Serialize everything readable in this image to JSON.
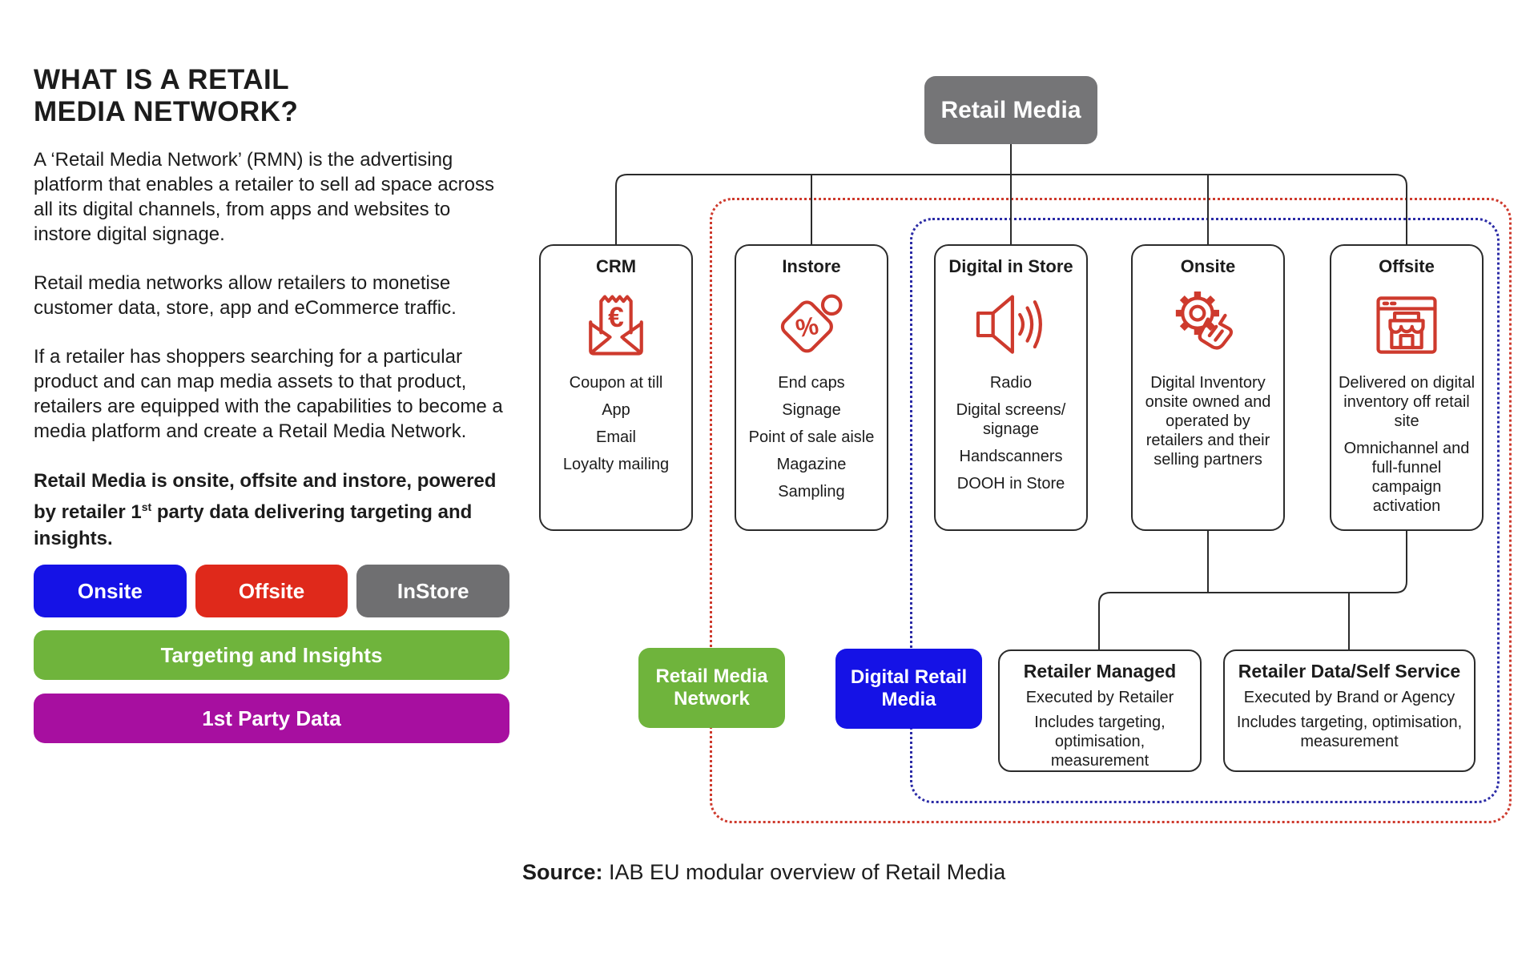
{
  "intro": {
    "title_line1": "WHAT IS A RETAIL",
    "title_line2": "MEDIA NETWORK?",
    "paragraphs": [
      "A ‘Retail Media Network’ (RMN) is the advertising platform that enables a retailer to sell ad space across all its digital channels, from apps and websites to instore digital signage.",
      "Retail media networks allow retailers to monetise customer data, store, app and eCommerce traffic.",
      "If a retailer has shoppers searching for a particular product and can map media assets to that product, retailers are equipped with the capabilities to become a media platform and create a Retail Media Network."
    ],
    "bold_prefix": "Retail Media is onsite, offsite and instore, powered by retailer 1",
    "bold_sup": "st",
    "bold_suffix": " party data delivering targeting and insights.",
    "buttons": [
      {
        "label": "Onsite",
        "color": "#1512e6"
      },
      {
        "label": "Offsite",
        "color": "#df291b"
      },
      {
        "label": "InStore",
        "color": "#6f6f71"
      }
    ],
    "bars": [
      {
        "label": "Targeting and Insights",
        "color": "#6fb43c"
      },
      {
        "label": "1st Party Data",
        "color": "#a70fa0"
      }
    ]
  },
  "diagram": {
    "root": {
      "label": "Retail Media",
      "color": "#757577"
    },
    "line_color": "#2b2b2b",
    "accent_red": "#ce3a2d",
    "dotted_blue": "#2b2ba6",
    "columns": [
      {
        "title": "CRM",
        "icon": "envelope-euro-icon",
        "items": [
          "Coupon at till",
          "App",
          "Email",
          "Loyalty mailing"
        ]
      },
      {
        "title": "Instore",
        "icon": "price-tag-icon",
        "items": [
          "End caps",
          "Signage",
          "Point of sale aisle",
          "Magazine",
          "Sampling"
        ]
      },
      {
        "title": "Digital in Store",
        "icon": "speaker-icon",
        "items": [
          "Radio",
          "Digital screens/ signage",
          "Handscanners",
          "DOOH in Store"
        ]
      },
      {
        "title": "Onsite",
        "icon": "gear-click-icon",
        "items": [
          "Digital Inventory onsite owned and operated by retailers and their selling partners"
        ]
      },
      {
        "title": "Offsite",
        "icon": "browser-store-icon",
        "items": [
          "Delivered on digital inventory off retail site",
          "Omnichannel and full-funnel campaign activation"
        ]
      }
    ],
    "group_labels": [
      {
        "label": "Retail Media Network",
        "color": "#6fb43c"
      },
      {
        "label": "Digital Retail Media",
        "color": "#1512e6"
      }
    ],
    "leaf_boxes": [
      {
        "title": "Retailer Managed",
        "lines": [
          "Executed by Retailer",
          "Includes targeting, optimisation, measurement"
        ]
      },
      {
        "title": "Retailer Data/Self Service",
        "lines": [
          "Executed by Brand or Agency",
          "Includes targeting, optimisation, measurement"
        ]
      }
    ]
  },
  "footer": {
    "source_label": "Source:",
    "source_text": " IAB EU modular overview of Retail Media"
  }
}
